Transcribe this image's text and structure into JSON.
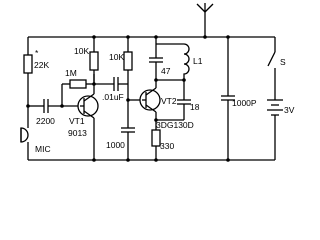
{
  "labels": {
    "r_bias1_star": "*",
    "r_bias1": "22K",
    "r_feedback": "1M",
    "r_load1": "10K",
    "r_load2": "10K",
    "c_in": "2200",
    "c_couple": ".01uF",
    "c_base": "1000",
    "c_tank": "47",
    "c_fb": "18",
    "c_supply": "1000P",
    "r_emitter": "330",
    "inductor": "L1",
    "switch": "S",
    "battery": "3V",
    "mic": "MIC",
    "vt1": "VT1",
    "vt1_type": "9013",
    "vt2": "VT2",
    "vt2_type": "3DG130D"
  }
}
